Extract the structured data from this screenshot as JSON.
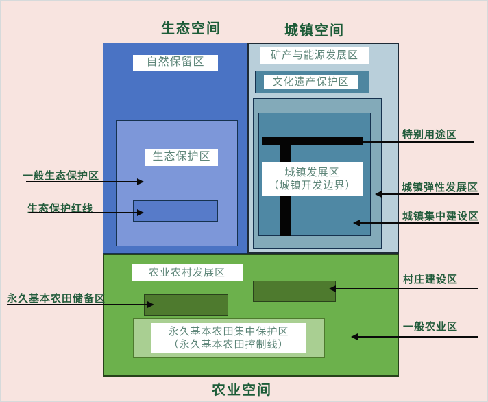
{
  "titles": {
    "eco_space": "生态空间",
    "urban_space": "城镇空间",
    "agri_space": "农业空间"
  },
  "eco_zone": {
    "nature_reserve": "自然保留区",
    "eco_protection": "生态保护区"
  },
  "urban_zone": {
    "mineral_energy": "矿产与能源发展区",
    "cultural_heritage": "文化遗产保护区",
    "urban_dev_line1": "城镇发展区",
    "urban_dev_line2": "（城镇开发边界）"
  },
  "agri_zone": {
    "agri_rural_dev": "农业农村发展区",
    "farmland_protect_line1": "永久基本农田集中保护区",
    "farmland_protect_line2": "（永久基本农田控制线）"
  },
  "left_labels": {
    "general_eco_protection": "一般生态保护区",
    "eco_protection_redline": "生态保护红线",
    "permanent_farmland_reserve": "永久基本农田储备区"
  },
  "right_labels": {
    "special_use": "特别用途区",
    "urban_flexible_dev": "城镇弹性发展区",
    "urban_concentrated_construction": "城镇集中建设区",
    "village_construction": "村庄建设区",
    "general_agriculture": "一般农业区"
  },
  "colors": {
    "background": "#f8e4e0",
    "eco_blue": "#4a73c4",
    "eco_inner_blue": "#7d97d9",
    "eco_redline_blue": "#577bc9",
    "urban_light_blue": "#b9cfda",
    "urban_flexible_teal": "#83aab9",
    "urban_concentrated_teal": "#4f88a4",
    "heritage_teal": "#4e86a0",
    "agri_green": "#6cb14c",
    "agri_dark_green": "#4e7a2e",
    "farmland_light_green": "#a9cf92",
    "title_green": "#1d5c38",
    "arrow_black": "#0a0a0a"
  }
}
